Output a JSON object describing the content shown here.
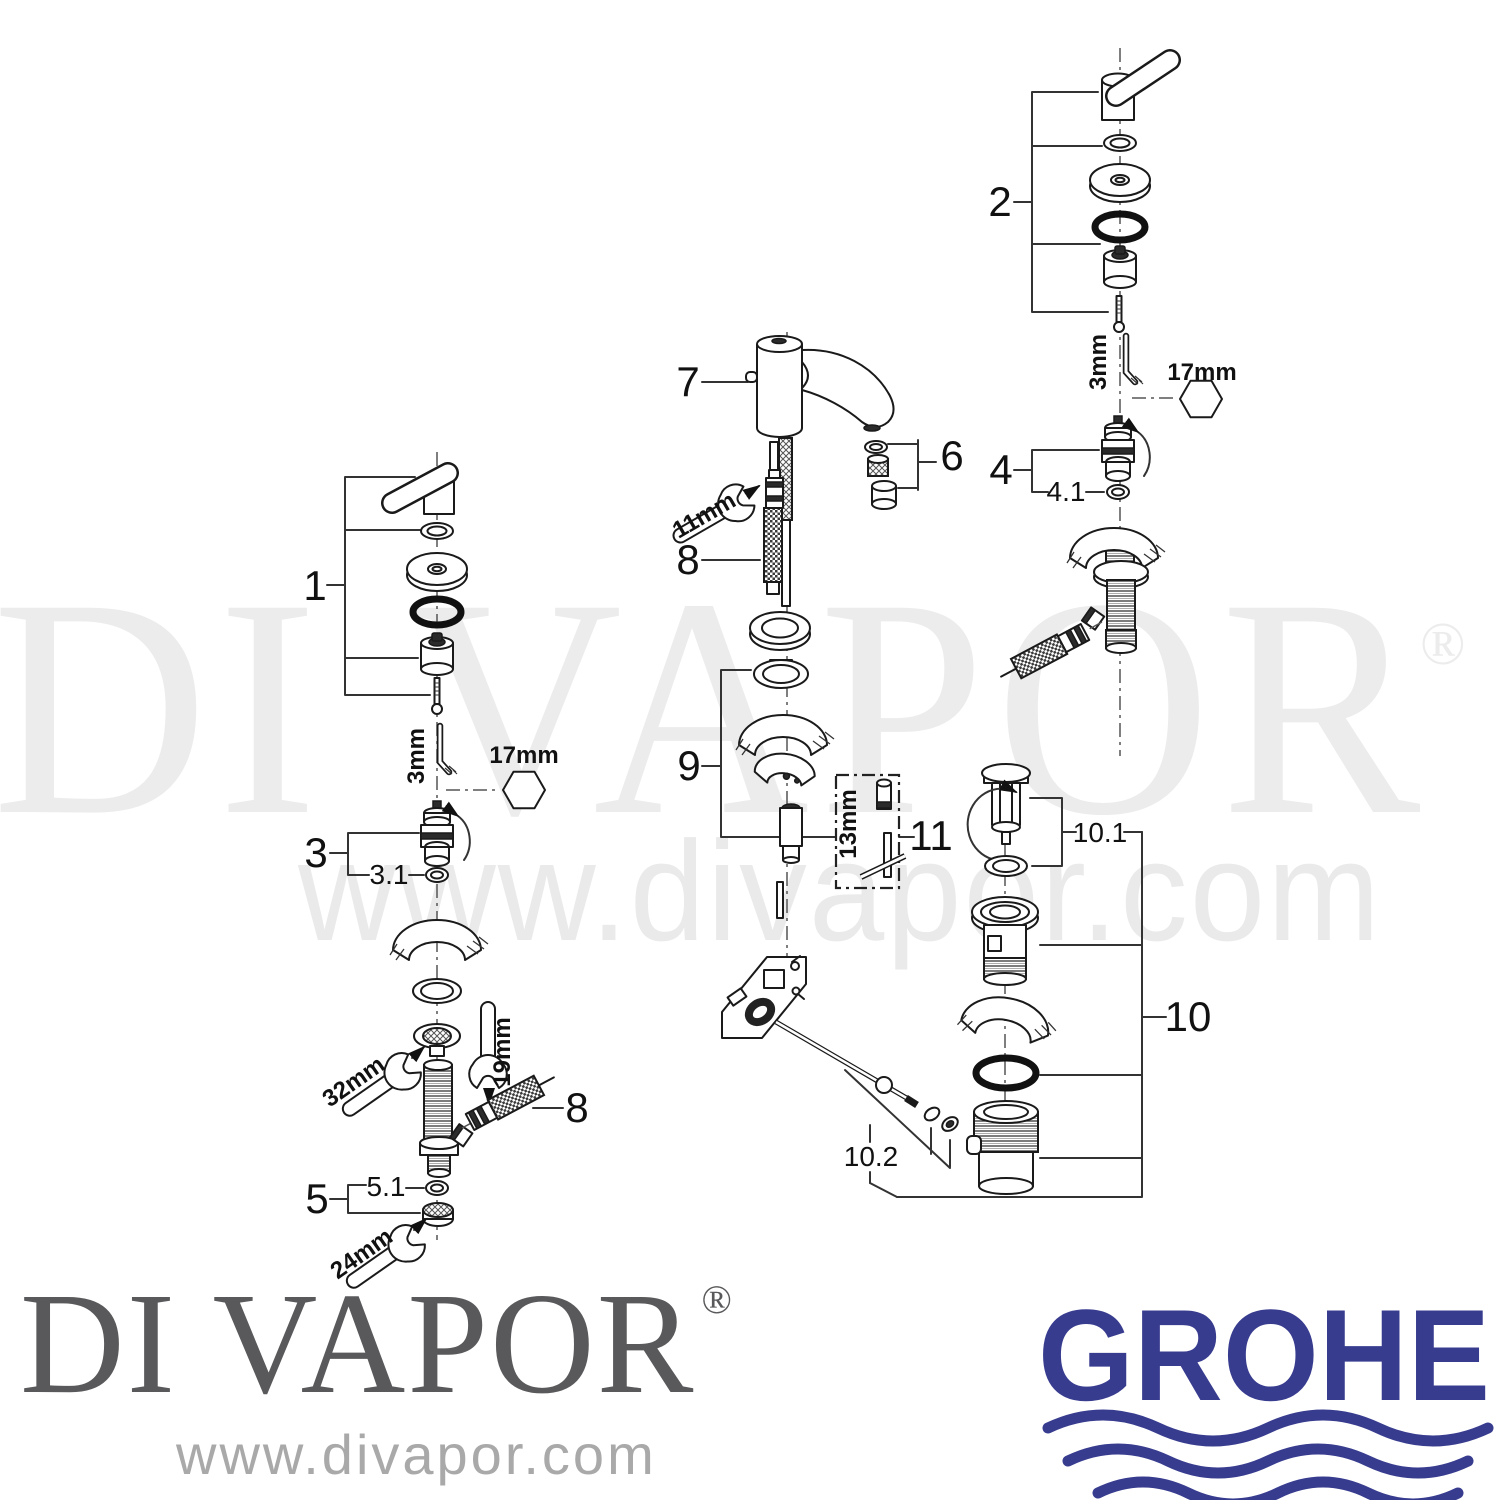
{
  "watermark": {
    "brand": "DI VAPOR",
    "registered_mark": "®",
    "url": "www.divapor.com"
  },
  "footer": {
    "divapor_name": "DI VAPOR",
    "divapor_registered": "®",
    "divapor_url": "www.divapor.com",
    "grohe_name": "GROHE"
  },
  "colors": {
    "grohe_blue": "#383c8f",
    "divapor_grey": "#59595b",
    "watermark_grey": "#ececec",
    "line_color": "#1a1a1a"
  },
  "diagram": {
    "type": "exploded-parts-diagram",
    "part_labels": {
      "p1": "1",
      "p2": "2",
      "p3": "3",
      "p3_1": "3.1",
      "p4": "4",
      "p4_1": "4.1",
      "p5": "5",
      "p5_1": "5.1",
      "p6": "6",
      "p7": "7",
      "p8": "8",
      "p9": "9",
      "p10": "10",
      "p10_1": "10.1",
      "p10_2": "10.2",
      "p11": "11"
    },
    "tool_sizes": {
      "allen_key": "3mm",
      "hex_socket": "17mm",
      "spanner_32": "32mm",
      "spanner_19": "19mm",
      "spanner_24": "24mm",
      "spanner_11": "11mm",
      "socket_13": "13mm"
    }
  }
}
